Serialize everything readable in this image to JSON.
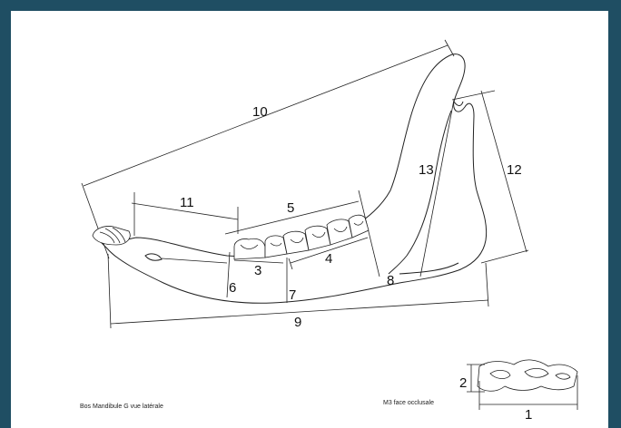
{
  "labels": {
    "m1": "1",
    "m2": "2",
    "m3": "3",
    "m4": "4",
    "m5": "5",
    "m6": "6",
    "m7": "7",
    "m8": "8",
    "m9": "9",
    "m10": "10",
    "m11": "11",
    "m12": "12",
    "m13": "13"
  },
  "captions": {
    "main": "Bos Mandibule G vue latérale",
    "inset": "M3 face occlusale"
  },
  "colors": {
    "frame": "#1f4e63",
    "page": "#ffffff",
    "ink": "#222222"
  }
}
